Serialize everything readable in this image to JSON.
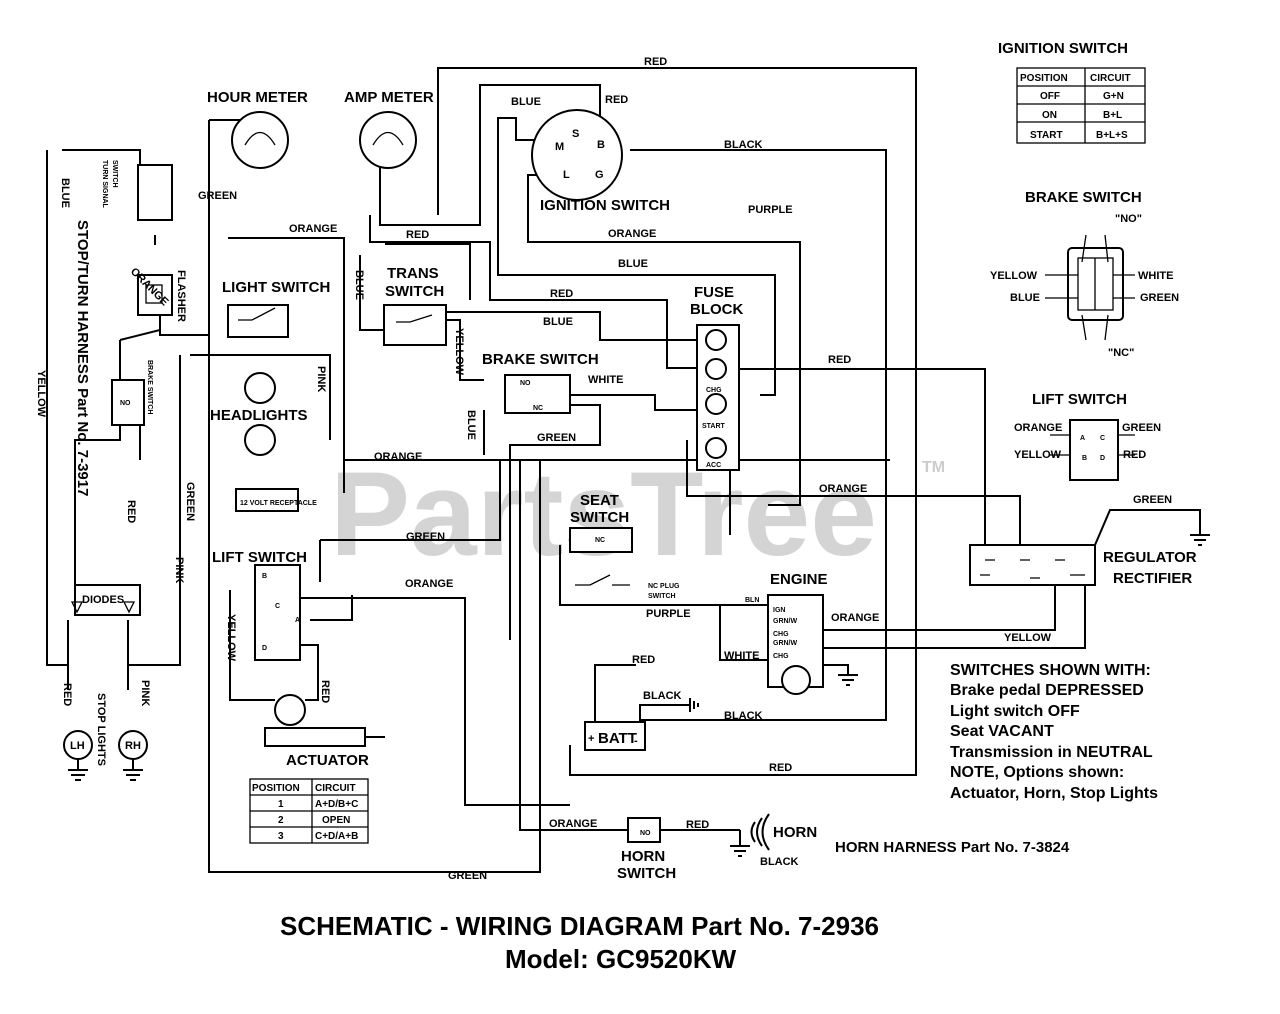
{
  "watermark": "PartsTree",
  "watermark_tm": "TM",
  "title": {
    "line1": "SCHEMATIC - WIRING DIAGRAM Part No. 7-2936",
    "line2": "Model: GC9520KW"
  },
  "harness_labels": {
    "stop_turn": "STOP/TURN HARNESS Part No. 7-3917",
    "horn": "HORN HARNESS Part No. 7-3824"
  },
  "components": {
    "hour_meter": "HOUR METER",
    "amp_meter": "AMP METER",
    "ignition_switch": "IGNITION SWITCH",
    "light_switch": "LIGHT SWITCH",
    "headlights": "HEADLIGHTS",
    "receptacle": "12 VOLT RECEPTACLE",
    "trans_switch_1": "TRANS",
    "trans_switch_2": "SWITCH",
    "brake_switch": "BRAKE SWITCH",
    "fuse_block_1": "FUSE",
    "fuse_block_2": "BLOCK",
    "seat_switch_1": "SEAT",
    "seat_switch_2": "SWITCH",
    "nc_plug_1": "NC PLUG",
    "nc_plug_2": "SWITCH",
    "engine": "ENGINE",
    "regulator_1": "REGULATOR",
    "regulator_2": "RECTIFIER",
    "lift_switch": "LIFT SWITCH",
    "actuator": "ACTUATOR",
    "battery": "BATT",
    "horn": "HORN",
    "horn_switch_1": "HORN",
    "horn_switch_2": "SWITCH",
    "diodes": "DIODES",
    "stop_lights": "STOP LIGHTS",
    "lh": "LH",
    "rh": "RH",
    "turn_signal_1": "TURN SIGNAL",
    "turn_signal_2": "SWITCH",
    "flasher": "FLASHER",
    "brake_switch_left": "BRAKE SWITCH"
  },
  "terminals": {
    "s": "S",
    "b": "B",
    "m": "M",
    "l": "L",
    "g": "G",
    "chg": "CHG",
    "start": "START",
    "acc": "ACC",
    "no": "NO",
    "nc": "NC",
    "bln": "BLN",
    "ign": "IGN",
    "grn_w": "GRN/W",
    "chg1": "CHG",
    "chg2": "CHG",
    "lift_a": "A",
    "lift_b": "B",
    "lift_c": "C",
    "lift_d": "D",
    "plus": "+",
    "minus": "-"
  },
  "wire_colors": {
    "red": "RED",
    "blue": "BLUE",
    "black": "BLACK",
    "purple": "PURPLE",
    "orange": "ORANGE",
    "green": "GREEN",
    "yellow": "YELLOW",
    "white": "WHITE",
    "pink": "PINK"
  },
  "ignition_table": {
    "title": "IGNITION SWITCH",
    "headers": [
      "POSITION",
      "CIRCUIT"
    ],
    "rows": [
      [
        "OFF",
        "G+N"
      ],
      [
        "ON",
        "B+L"
      ],
      [
        "START",
        "B+L+S"
      ]
    ]
  },
  "brake_switch_legend": {
    "title": "BRAKE SWITCH",
    "no": "\"NO\"",
    "nc": "\"NC\"",
    "yellow": "YELLOW",
    "white": "WHITE",
    "blue": "BLUE",
    "green": "GREEN"
  },
  "lift_switch_legend": {
    "title": "LIFT SWITCH",
    "orange": "ORANGE",
    "green": "GREEN",
    "yellow": "YELLOW",
    "red": "RED",
    "a": "A",
    "b": "B",
    "c": "C",
    "d": "D"
  },
  "lift_position_table": {
    "headers": [
      "POSITION",
      "CIRCUIT"
    ],
    "rows": [
      [
        "1",
        "A+D/B+C"
      ],
      [
        "2",
        "OPEN"
      ],
      [
        "3",
        "C+D/A+B"
      ]
    ]
  },
  "notes": [
    "SWITCHES SHOWN WITH:",
    "Brake pedal DEPRESSED",
    "Light switch OFF",
    "Seat VACANT",
    "Transmission in NEUTRAL",
    "NOTE, Options shown:",
    "Actuator, Horn, Stop Lights"
  ]
}
